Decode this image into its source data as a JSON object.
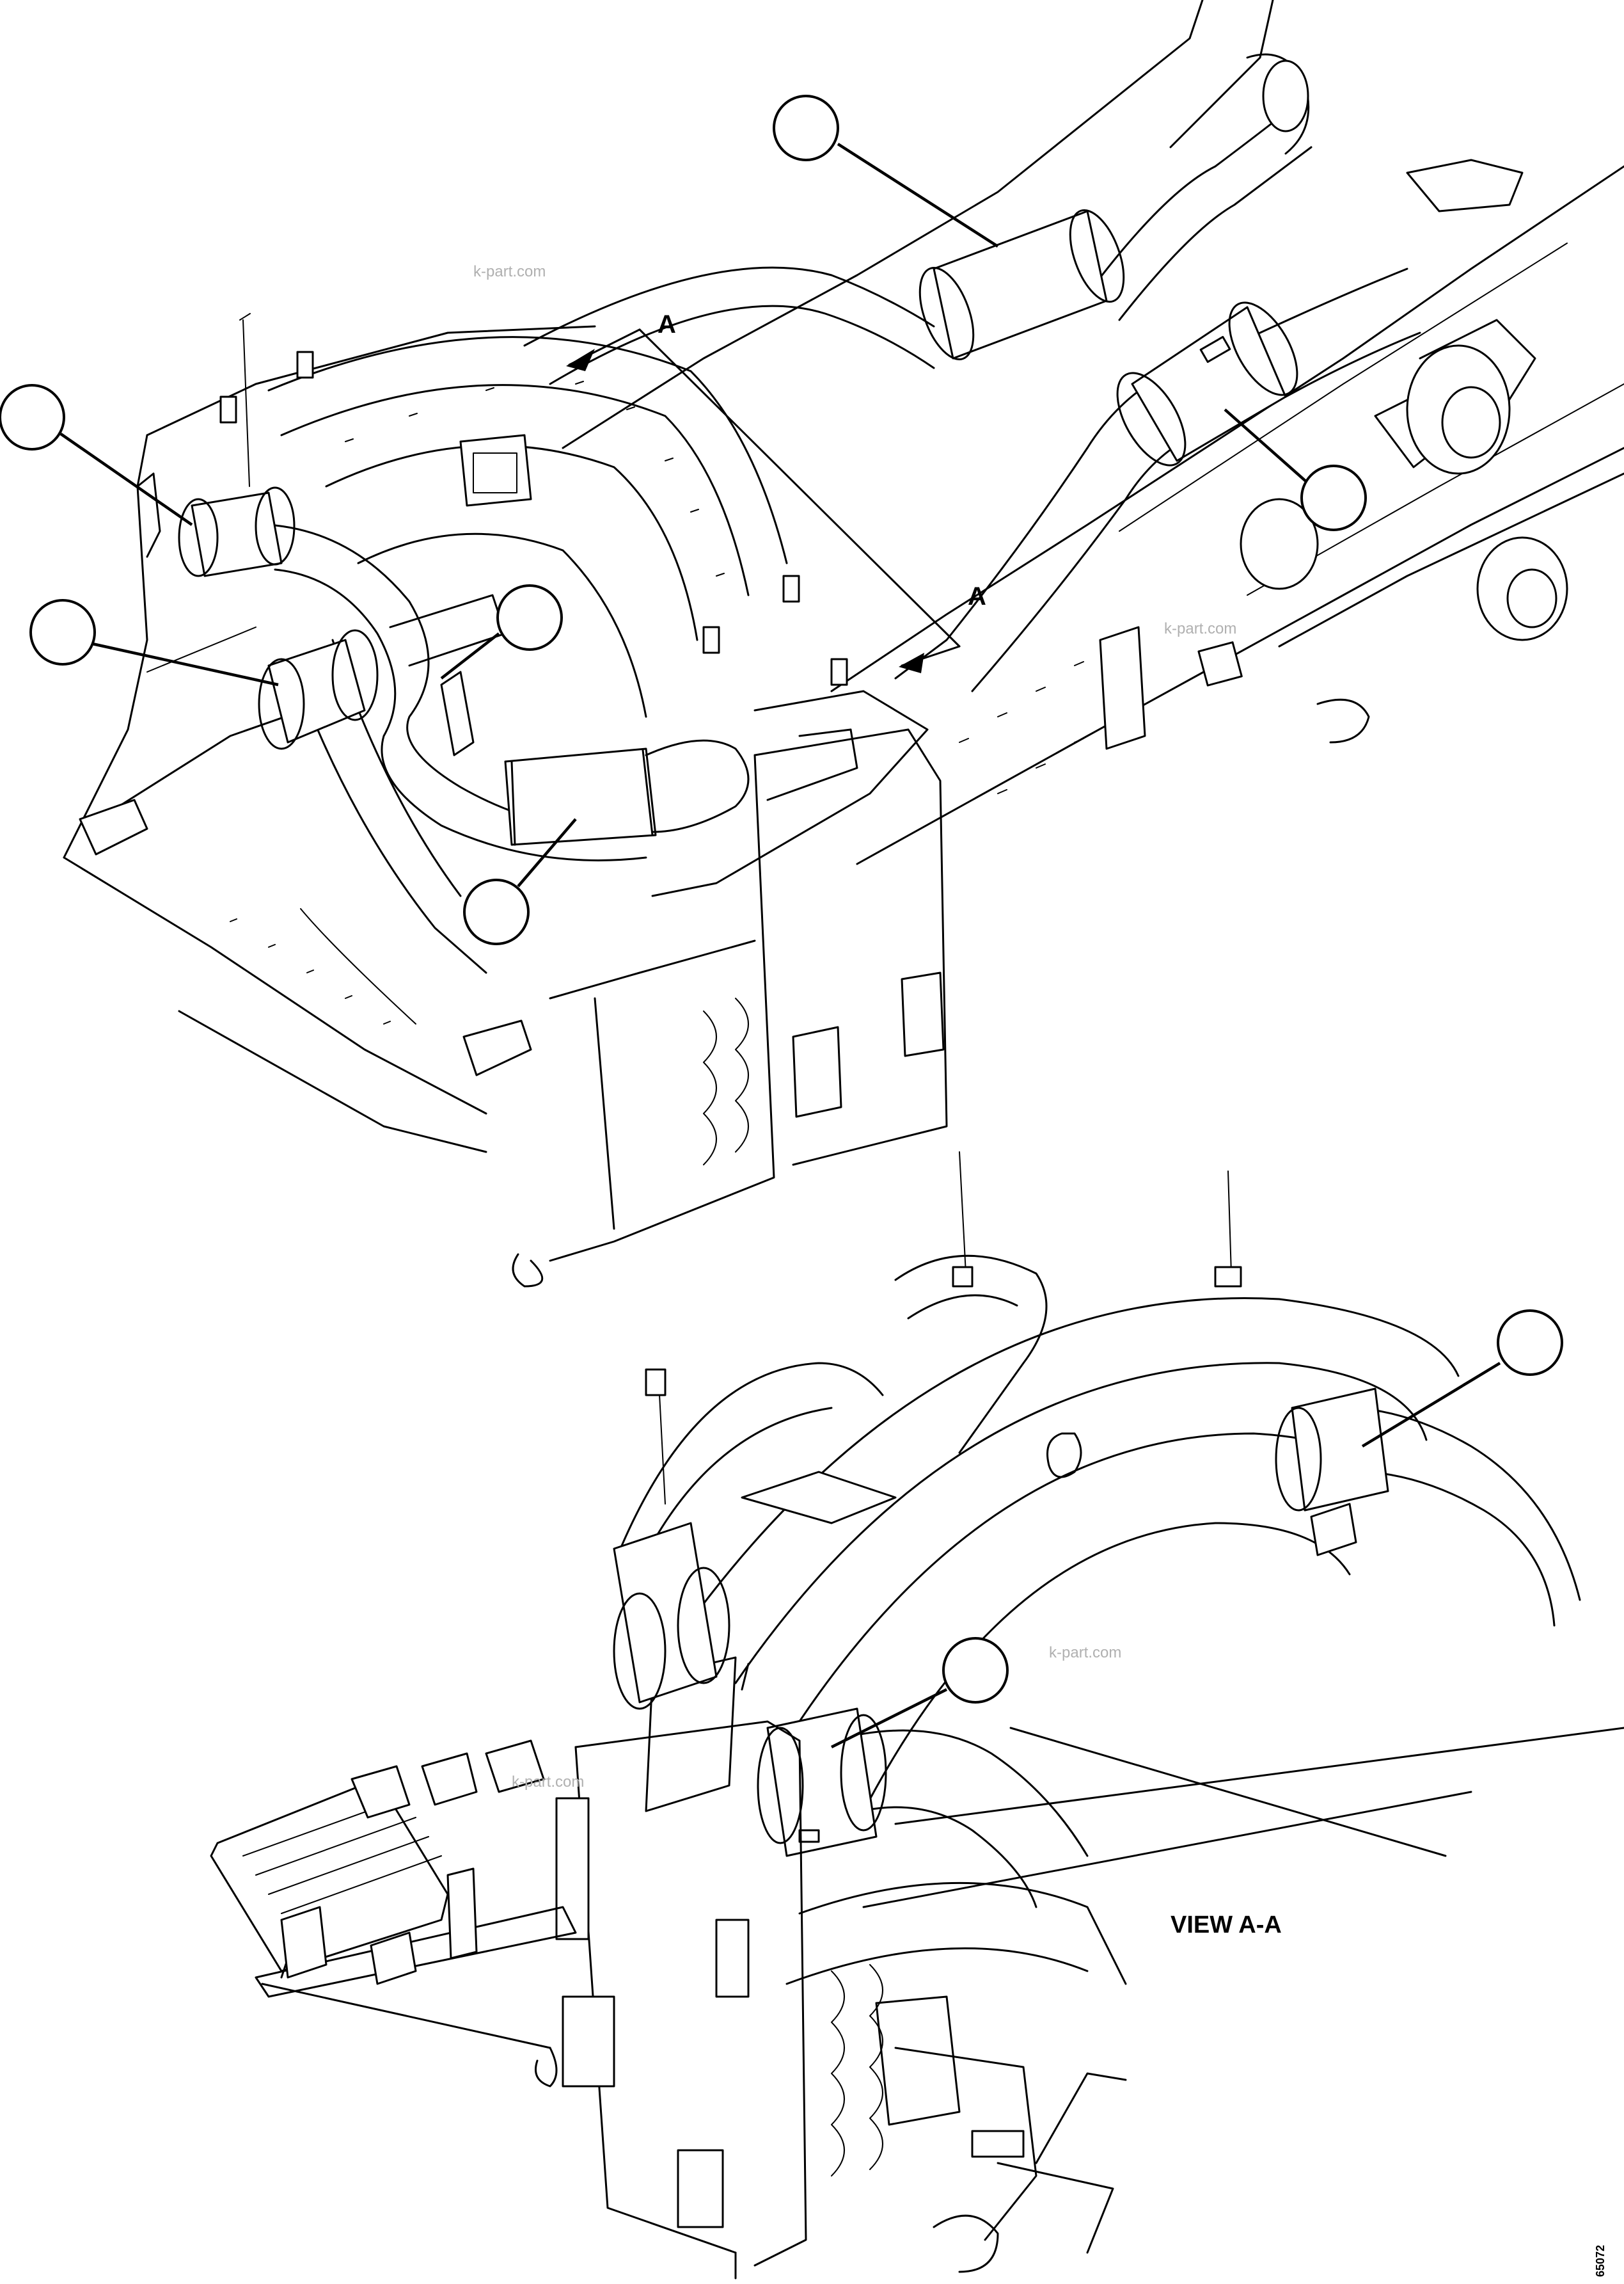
{
  "section_markers": {
    "upper_left": "A",
    "upper_right": "A"
  },
  "view_label": "VIEW A-A",
  "watermark": "k-part.com",
  "drawing_number": "65072",
  "callouts": [
    {
      "id": "callout-top-clamp",
      "label": ""
    },
    {
      "id": "callout-left-upper",
      "label": ""
    },
    {
      "id": "callout-left-lower",
      "label": ""
    },
    {
      "id": "callout-center-small",
      "label": ""
    },
    {
      "id": "callout-center-bottom",
      "label": ""
    },
    {
      "id": "callout-right-clamp",
      "label": ""
    },
    {
      "id": "callout-view-right",
      "label": ""
    },
    {
      "id": "callout-view-center",
      "label": ""
    }
  ],
  "colors": {
    "line": "#000000",
    "background": "#ffffff",
    "watermark": "#b0b0b0"
  }
}
